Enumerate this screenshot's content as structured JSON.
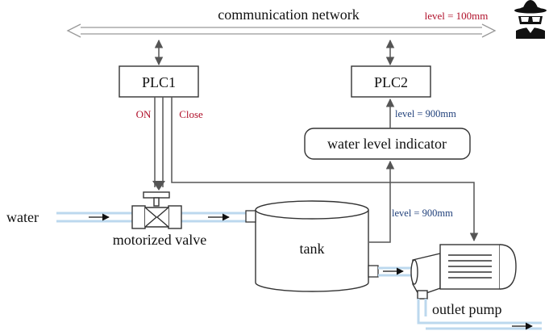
{
  "network": {
    "label": "communication network",
    "attack_level": "level = 100mm"
  },
  "plc1": {
    "label": "PLC1",
    "signal_on": "ON",
    "signal_close": "Close"
  },
  "plc2": {
    "label": "PLC2",
    "reading": "level = 900mm"
  },
  "indicator": {
    "label": "water level indicator",
    "sensor_reading": "level = 900mm"
  },
  "inlet": {
    "label": "water"
  },
  "valve": {
    "label": "motorized valve"
  },
  "tank": {
    "label": "tank"
  },
  "pump": {
    "label": "outlet pump"
  },
  "icons": {
    "attacker": "hacker-spy-icon"
  },
  "colors": {
    "attack_text": "#b0102a",
    "sensor_text": "#1f3f7a",
    "pipe": "#bcd8ee"
  }
}
